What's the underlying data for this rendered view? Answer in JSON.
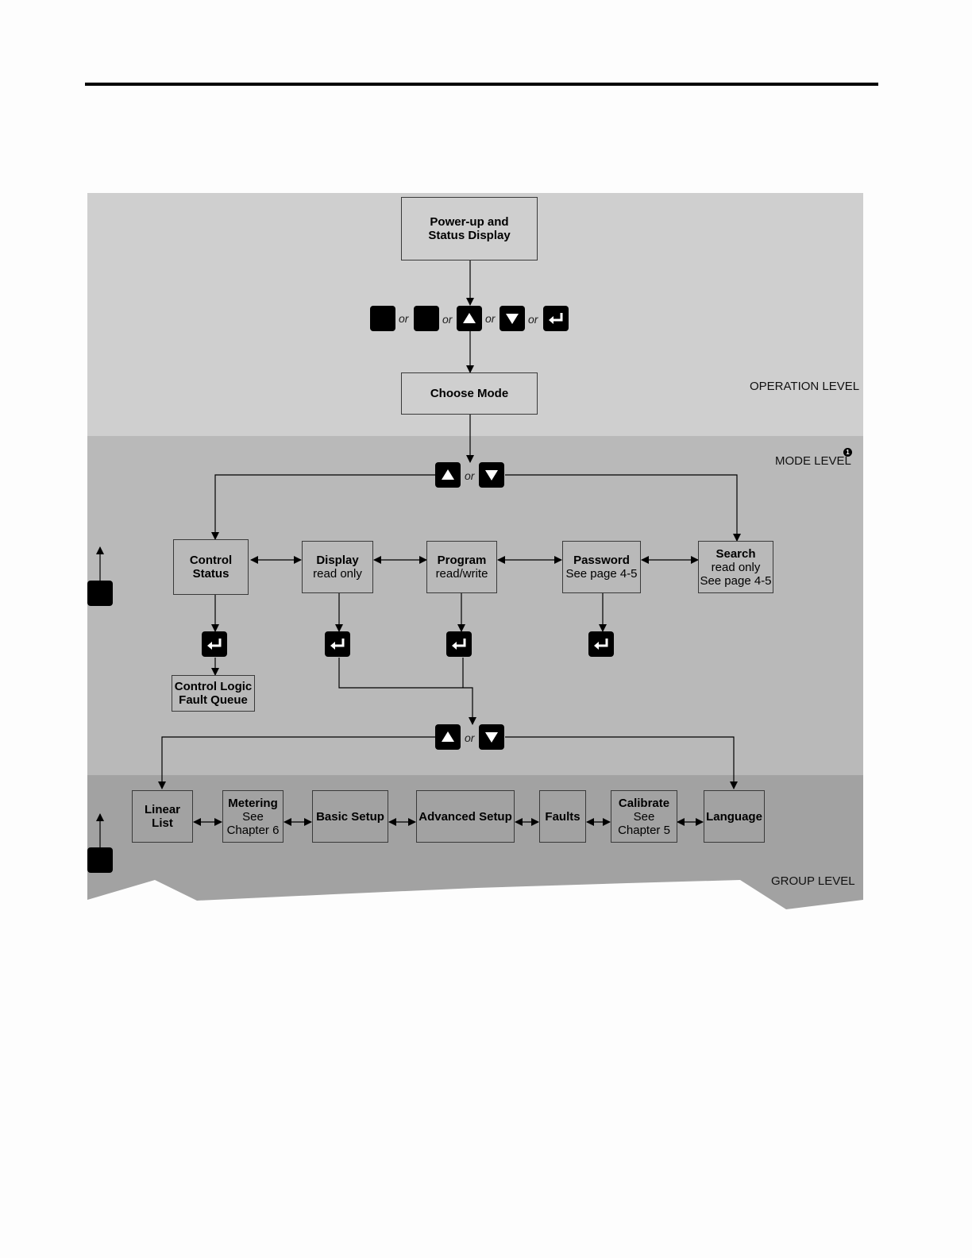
{
  "levels": {
    "operation": "OPERATION LEVEL",
    "mode": "MODE LEVEL",
    "mode_note": "1",
    "group": "GROUP LEVEL"
  },
  "or_text": "or",
  "operation": {
    "powerup": [
      "Power-up and",
      "Status Display"
    ],
    "choose_mode": "Choose Mode"
  },
  "modes": {
    "control_status": [
      "Control",
      "Status"
    ],
    "display": [
      "Display",
      "read only"
    ],
    "program": [
      "Program",
      "read/write"
    ],
    "password": [
      "Password",
      "See page 4-5"
    ],
    "search": [
      "Search",
      "read only",
      "See page 4-5"
    ],
    "control_logic": [
      "Control Logic",
      "Fault Queue"
    ]
  },
  "groups": {
    "linear_list": [
      "Linear",
      "List"
    ],
    "metering": [
      "Metering",
      "See",
      "Chapter 6"
    ],
    "basic_setup": "Basic Setup",
    "advanced_setup": "Advanced Setup",
    "faults": "Faults",
    "calibrate": [
      "Calibrate",
      "See",
      "Chapter 5"
    ],
    "language": "Language"
  },
  "icons": {
    "keys": [
      "blank-key-icon",
      "up-arrow-key-icon",
      "down-arrow-key-icon",
      "enter-key-icon"
    ]
  }
}
